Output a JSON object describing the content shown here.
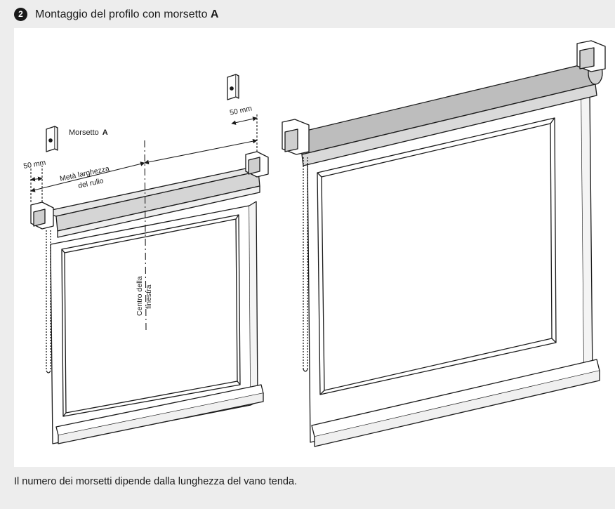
{
  "header": {
    "step_number": "2",
    "title_text": "Montaggio del profilo con morsetto ",
    "title_bold": "A"
  },
  "diagram": {
    "clamp_label": "Morsetto",
    "clamp_letter": "A",
    "dim_left": "50 mm",
    "dim_right": "50 mm",
    "half_width_line1": "Metà larghezza",
    "half_width_line2": "del rullo",
    "center_line1": "Centro della",
    "center_line2": "finestra"
  },
  "footer": {
    "note": "Il numero dei morsetti dipende dalla lunghezza del vano tenda."
  },
  "colors": {
    "background": "#ededed",
    "panel": "#ffffff",
    "stroke": "#1a1a1a",
    "roller_fill": "#bdbdbd",
    "tube_fill": "#d9d9d9"
  }
}
